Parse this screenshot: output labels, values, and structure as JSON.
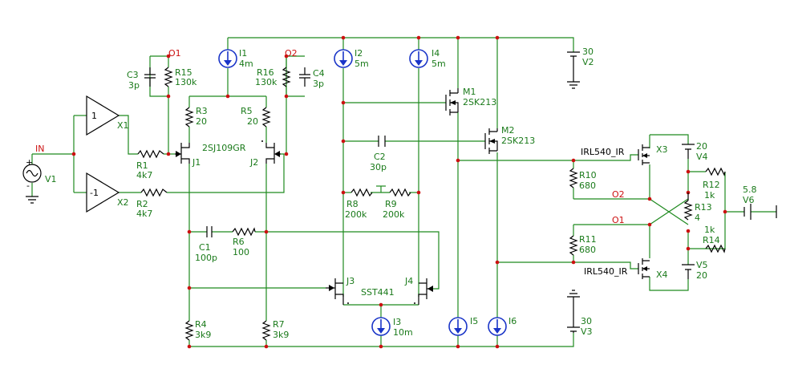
{
  "nodes": {
    "in": "IN",
    "o1": "O1",
    "o2": "O2"
  },
  "components": {
    "v1": "V1",
    "x1": {
      "name": "X1",
      "gain": "1"
    },
    "x2": {
      "name": "X2",
      "gain": "-1"
    },
    "r1": {
      "name": "R1",
      "value": "4k7"
    },
    "r2": {
      "name": "R2",
      "value": "4k7"
    },
    "c3": {
      "name": "C3",
      "value": "3p"
    },
    "r15": {
      "name": "R15",
      "value": "130k"
    },
    "i1": {
      "name": "I1",
      "value": "4m"
    },
    "r16": {
      "name": "R16",
      "value": "130k"
    },
    "c4": {
      "name": "C4",
      "value": "3p"
    },
    "r3": {
      "name": "R3",
      "value": "20"
    },
    "r5": {
      "name": "R5",
      "value": "20"
    },
    "jpair": "2SJ109GR",
    "j1": "J1",
    "j2": "J2",
    "i2": {
      "name": "I2",
      "value": "5m"
    },
    "i4": {
      "name": "I4",
      "value": "5m"
    },
    "m1": {
      "name": "M1",
      "part": "2SK213"
    },
    "m2": {
      "name": "M2",
      "part": "2SK213"
    },
    "v2": {
      "name": "V2",
      "value": "30"
    },
    "c2": {
      "name": "C2",
      "value": "30p"
    },
    "r8": {
      "name": "R8",
      "value": "200k"
    },
    "r9": {
      "name": "R9",
      "value": "200k"
    },
    "c1": {
      "name": "C1",
      "value": "100p"
    },
    "r6": {
      "name": "R6",
      "value": "100"
    },
    "j3": "J3",
    "j4": "J4",
    "jpair2": "SST441",
    "i3": {
      "name": "I3",
      "value": "10m"
    },
    "i5": "I5",
    "i6": "I6",
    "r4": {
      "name": "R4",
      "value": "3k9"
    },
    "r7": {
      "name": "R7",
      "value": "3k9"
    },
    "v3": {
      "name": "V3",
      "value": "30"
    },
    "x3": {
      "name": "X3",
      "part": "IRL540_IR"
    },
    "x4": {
      "name": "X4",
      "part": "IRL540_IR"
    },
    "r10": {
      "name": "R10",
      "value": "680"
    },
    "r11": {
      "name": "R11",
      "value": "680"
    },
    "v4": {
      "name": "V4",
      "value": "20"
    },
    "v5": {
      "name": "V5",
      "value": "20"
    },
    "r12": {
      "name": "R12",
      "value": "1k"
    },
    "r13": {
      "name": "R13",
      "value": "4"
    },
    "r14": {
      "name": "R14",
      "value": "1k"
    },
    "v6": {
      "name": "V6",
      "value": "5.8"
    }
  },
  "colors": {
    "wire": "#1f8a1f",
    "label": "#1a7a1a",
    "node": "#cc1010",
    "symbol": "#000000",
    "source": "#1a35c8"
  }
}
